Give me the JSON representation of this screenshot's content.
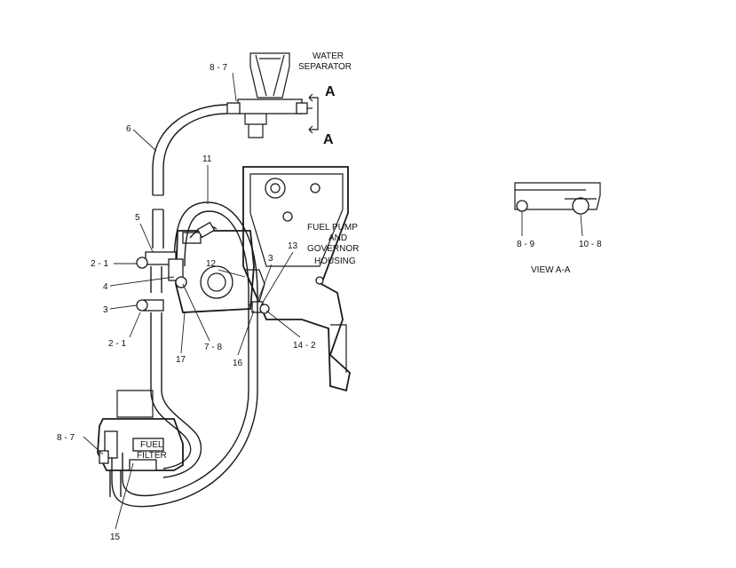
{
  "components": {
    "water_separator": [
      "WATER",
      "SEPARATOR"
    ],
    "fuel_pump": [
      "FUEL PUMP",
      "AND",
      "GOVERNOR",
      "HOUSING"
    ],
    "fuel_filter": [
      "FUEL",
      "FILTER"
    ]
  },
  "view_markers": {
    "upper": "A",
    "lower": "A"
  },
  "view_caption": "VIEW  A-A",
  "callouts": {
    "c_8_7_top": "8 - 7",
    "c_6": "6",
    "c_11": "11",
    "c_5": "5",
    "c_2_1_upper": "2 - 1",
    "c_4": "4",
    "c_3_left": "3",
    "c_2_1_lower": "2 - 1",
    "c_17": "17",
    "c_7_8": "7 - 8",
    "c_12": "12",
    "c_13": "13",
    "c_3_right": "3",
    "c_16": "16",
    "c_14_2": "14 - 2",
    "c_8_7_bottom": "8 - 7",
    "c_15": "15",
    "c_8_9": "8 - 9",
    "c_10_8": "10 - 8"
  }
}
